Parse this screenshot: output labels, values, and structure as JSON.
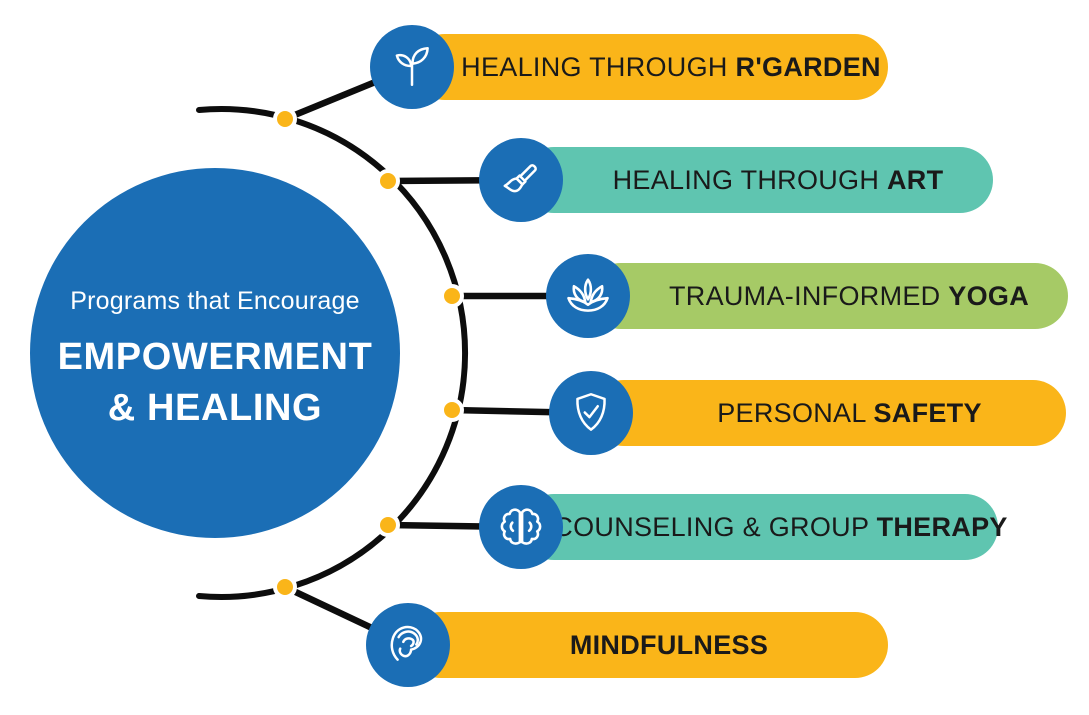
{
  "center": {
    "intro": "Programs that Encourage",
    "title_line1": "EMPOWERMENT",
    "title_line2": "& HEALING"
  },
  "items": [
    {
      "prefix": "HEALING THROUGH ",
      "emphasis": "R'GARDEN",
      "pill_color": "#FAB519",
      "icon": "seedling-icon"
    },
    {
      "prefix": "HEALING THROUGH ",
      "emphasis": "ART",
      "pill_color": "#5FC5B0",
      "icon": "paintbrush-icon"
    },
    {
      "prefix": "TRAUMA-INFORMED ",
      "emphasis": "YOGA",
      "pill_color": "#A6CA66",
      "icon": "lotus-icon"
    },
    {
      "prefix": "PERSONAL ",
      "emphasis": "SAFETY",
      "pill_color": "#FAB519",
      "icon": "shield-check-icon"
    },
    {
      "prefix": "COUNSELING & GROUP ",
      "emphasis": "THERAPY",
      "pill_color": "#5FC5B0",
      "icon": "brain-icon"
    },
    {
      "prefix": "",
      "emphasis": "MINDFULNESS",
      "pill_color": "#FAB519",
      "icon": "ear-icon"
    }
  ],
  "colors": {
    "node_blue": "#1B6EB5",
    "accent_yellow": "#FAB519",
    "accent_teal": "#5FC5B0",
    "accent_green": "#A6CA66",
    "connector_black": "#0D0D0D",
    "dot_yellow": "#FAB519",
    "pill_text_dark": "#1A1A1A",
    "center_text_white": "#FFFFFF"
  }
}
